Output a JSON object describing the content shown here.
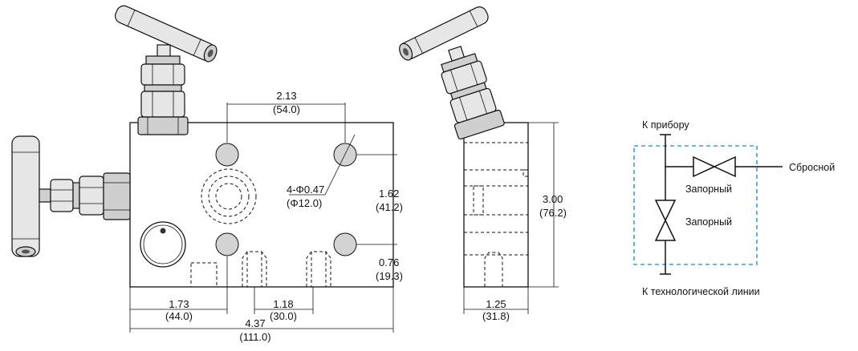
{
  "front_view": {
    "dims": {
      "hole_spacing_in": "2.13",
      "hole_spacing_mm": "(54.0)",
      "hole_callout_in": "4-Φ0.47",
      "hole_callout_mm": "(Φ12.0)",
      "vert_spacing_in": "1.62",
      "vert_spacing_mm": "(41.2)",
      "bottom_offset_in": "0.76",
      "bottom_offset_mm": "(19.3)",
      "left_offset_in": "1.73",
      "left_offset_mm": "(44.0)",
      "port_spacing_in": "1.18",
      "port_spacing_mm": "(30.0)",
      "total_width_in": "4.37",
      "total_width_mm": "(111.0)"
    }
  },
  "side_view": {
    "dims": {
      "height_in": "3.00",
      "height_mm": "(76.2)",
      "width_in": "1.25",
      "width_mm": "(31.8)"
    }
  },
  "schematic": {
    "label_top": "К прибору",
    "label_right": "Сбросной",
    "label_valve_top": "Запорный",
    "label_valve_main": "Запорный",
    "label_bottom": "К технологической линии",
    "box_color": "#3a9fd0"
  }
}
